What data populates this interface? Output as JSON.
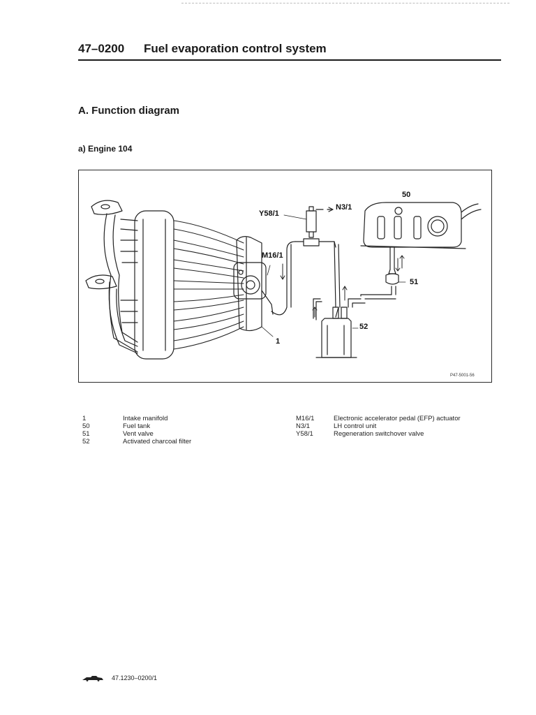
{
  "header": {
    "section_number": "47–0200",
    "section_title": "Fuel evaporation control system"
  },
  "subheading": "A. Function diagram",
  "subsubheading": "a) Engine 104",
  "diagram": {
    "callouts": {
      "c50": "50",
      "y58": "Y58/1",
      "n3": "N3/1",
      "m16": "M16/1",
      "c51": "51",
      "c52": "52",
      "c1": "1"
    },
    "figure_code": "P47-5001-56"
  },
  "legend": {
    "left": [
      {
        "key": "1",
        "text": "Intake manifold"
      },
      {
        "key": "50",
        "text": "Fuel tank"
      },
      {
        "key": "51",
        "text": "Vent valve"
      },
      {
        "key": "52",
        "text": "Activated charcoal filter"
      }
    ],
    "right": [
      {
        "key": "M16/1",
        "text": "Electronic accelerator pedal (EFP) actuator"
      },
      {
        "key": "N3/1",
        "text": "LH control unit"
      },
      {
        "key": "Y58/1",
        "text": "Regeneration switchover valve"
      }
    ]
  },
  "footer": {
    "page_ref": "47.1230–0200/1",
    "logo_icon": "mercedes-star-logo"
  }
}
